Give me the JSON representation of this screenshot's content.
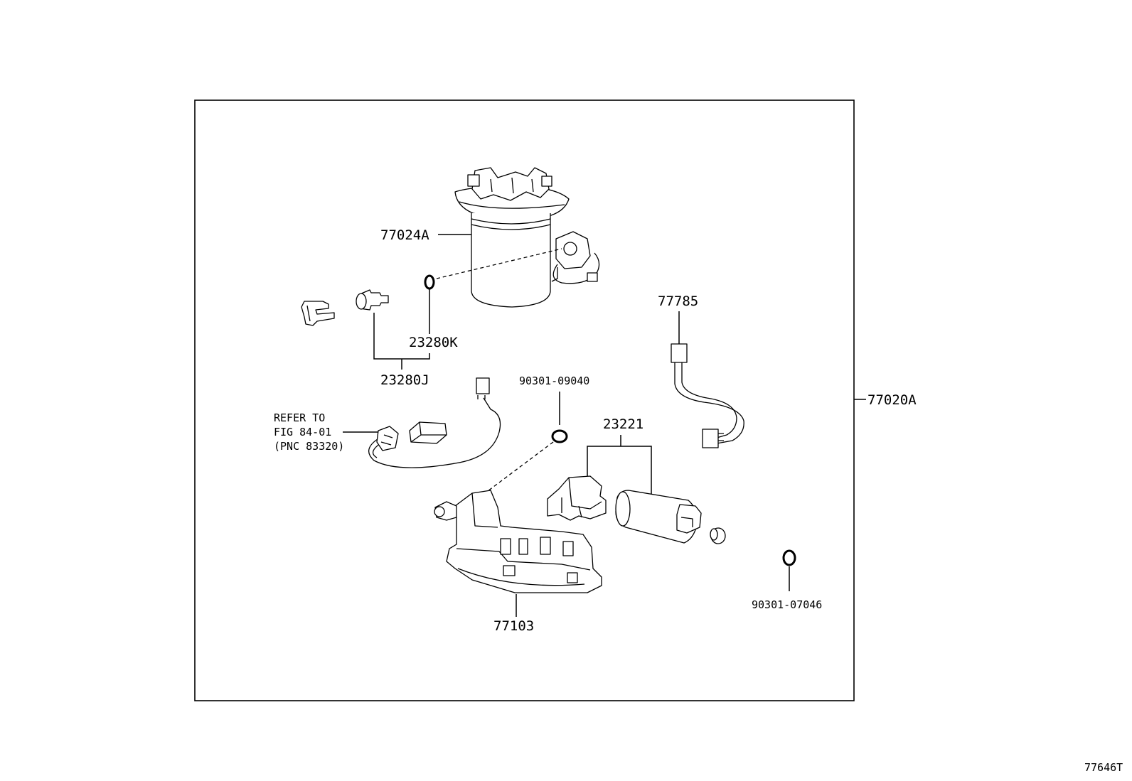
{
  "figure_code": "77646T",
  "assembly_label": "77020A",
  "callouts": {
    "p77024A": "77024A",
    "p23280K": "23280K",
    "p23280J": "23280J",
    "p77785": "77785",
    "p90301_09040": "90301-09040",
    "p23221": "23221",
    "p77103": "77103",
    "p90301_07046": "90301-07046"
  },
  "refer_note": {
    "line1": "REFER TO",
    "line2": "FIG 84-01",
    "line3": "(PNC 83320)"
  }
}
